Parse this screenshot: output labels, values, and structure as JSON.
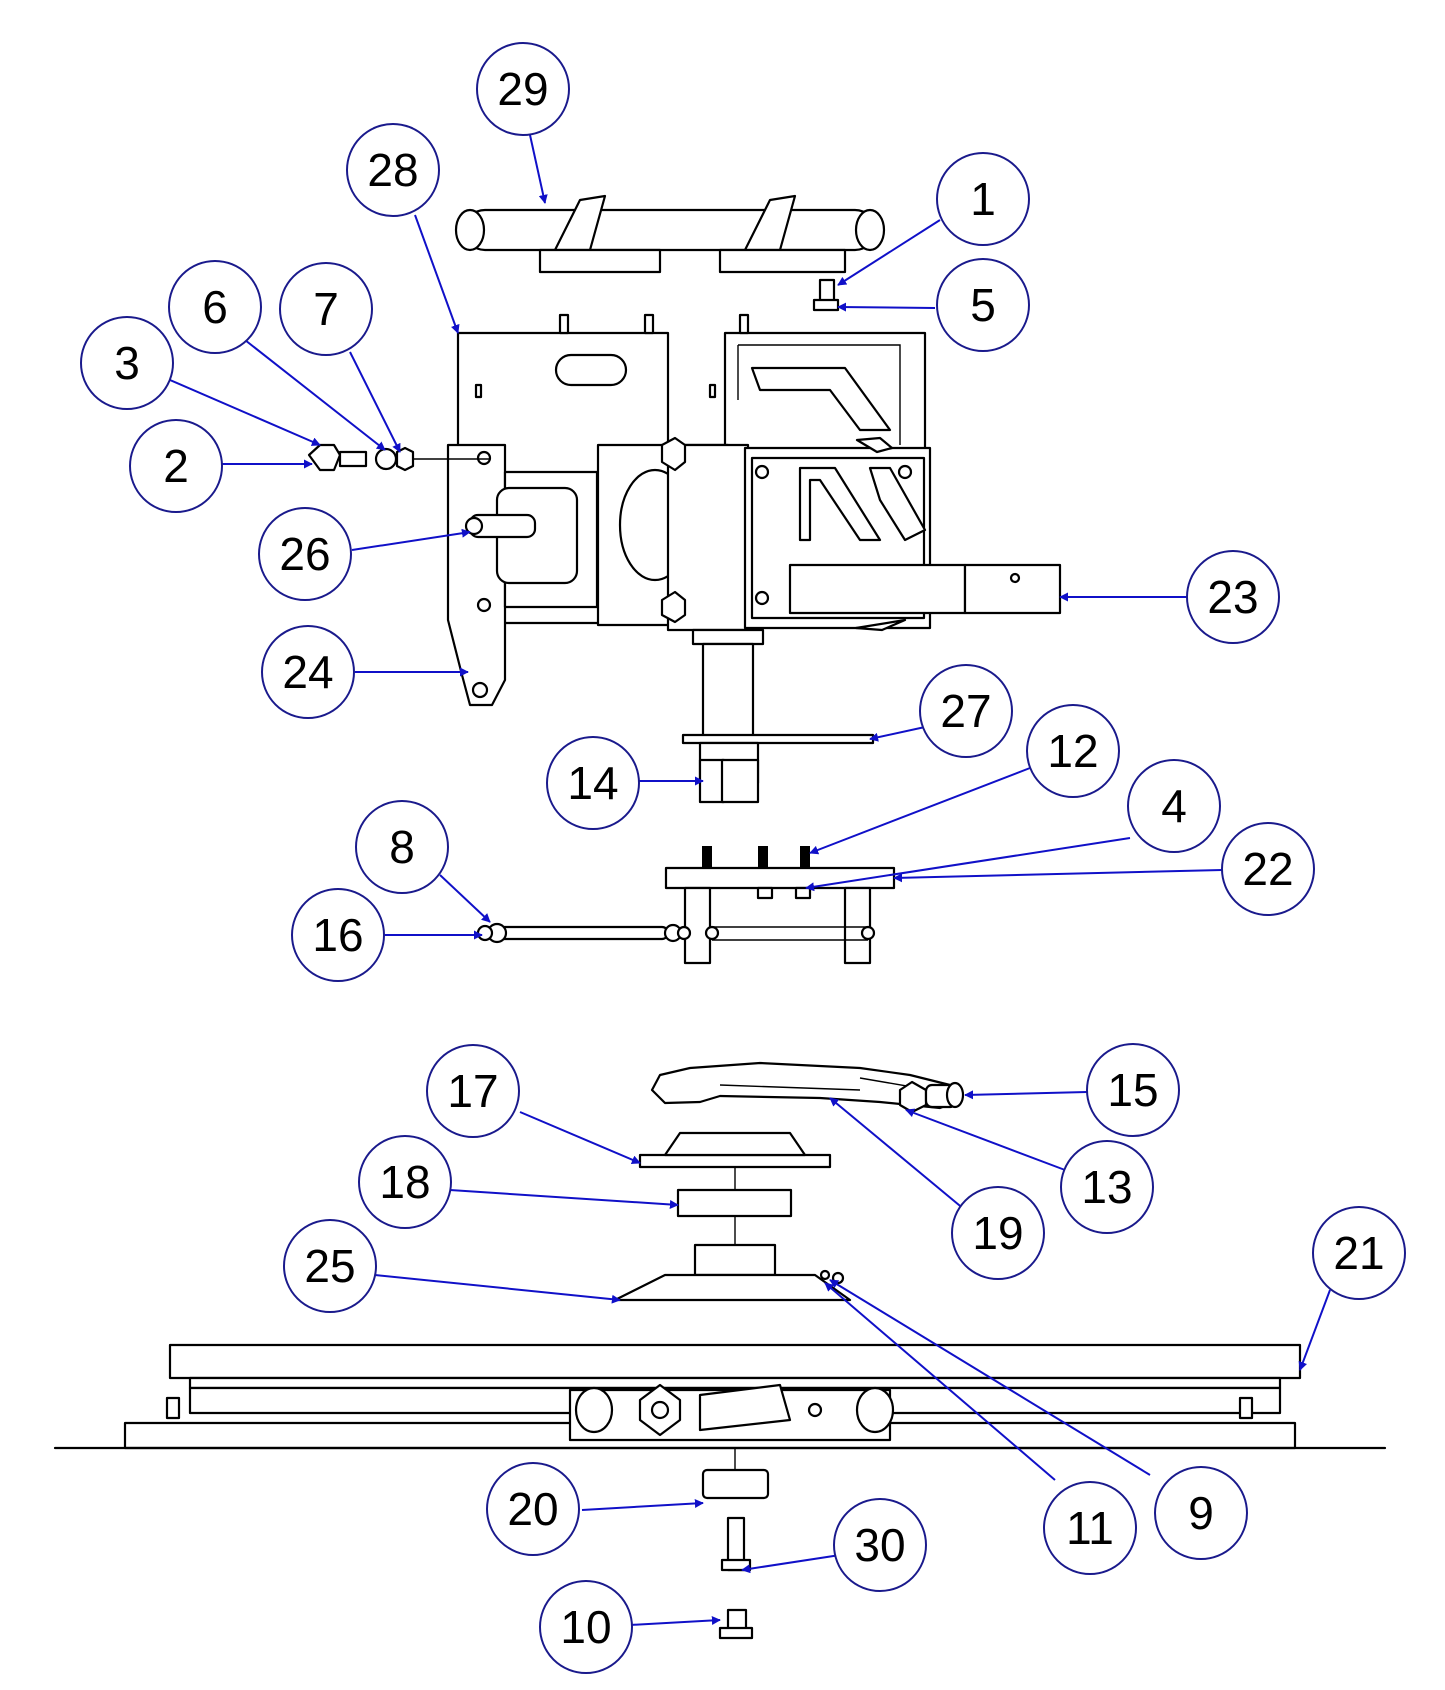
{
  "colors": {
    "line": "#000000",
    "leader": "#1010c8",
    "callout_border": "#1a1a8c",
    "background": "#ffffff"
  },
  "callouts": [
    {
      "id": "1",
      "label": "1"
    },
    {
      "id": "2",
      "label": "2"
    },
    {
      "id": "3",
      "label": "3"
    },
    {
      "id": "4",
      "label": "4"
    },
    {
      "id": "5",
      "label": "5"
    },
    {
      "id": "6",
      "label": "6"
    },
    {
      "id": "7",
      "label": "7"
    },
    {
      "id": "8",
      "label": "8"
    },
    {
      "id": "9",
      "label": "9"
    },
    {
      "id": "10",
      "label": "10"
    },
    {
      "id": "11",
      "label": "11"
    },
    {
      "id": "12",
      "label": "12"
    },
    {
      "id": "13",
      "label": "13"
    },
    {
      "id": "14",
      "label": "14"
    },
    {
      "id": "15",
      "label": "15"
    },
    {
      "id": "16",
      "label": "16"
    },
    {
      "id": "17",
      "label": "17"
    },
    {
      "id": "18",
      "label": "18"
    },
    {
      "id": "19",
      "label": "19"
    },
    {
      "id": "20",
      "label": "20"
    },
    {
      "id": "21",
      "label": "21"
    },
    {
      "id": "22",
      "label": "22"
    },
    {
      "id": "23",
      "label": "23"
    },
    {
      "id": "24",
      "label": "24"
    },
    {
      "id": "25",
      "label": "25"
    },
    {
      "id": "26",
      "label": "26"
    },
    {
      "id": "27",
      "label": "27"
    },
    {
      "id": "28",
      "label": "28"
    },
    {
      "id": "29",
      "label": "29"
    },
    {
      "id": "30",
      "label": "30"
    }
  ]
}
